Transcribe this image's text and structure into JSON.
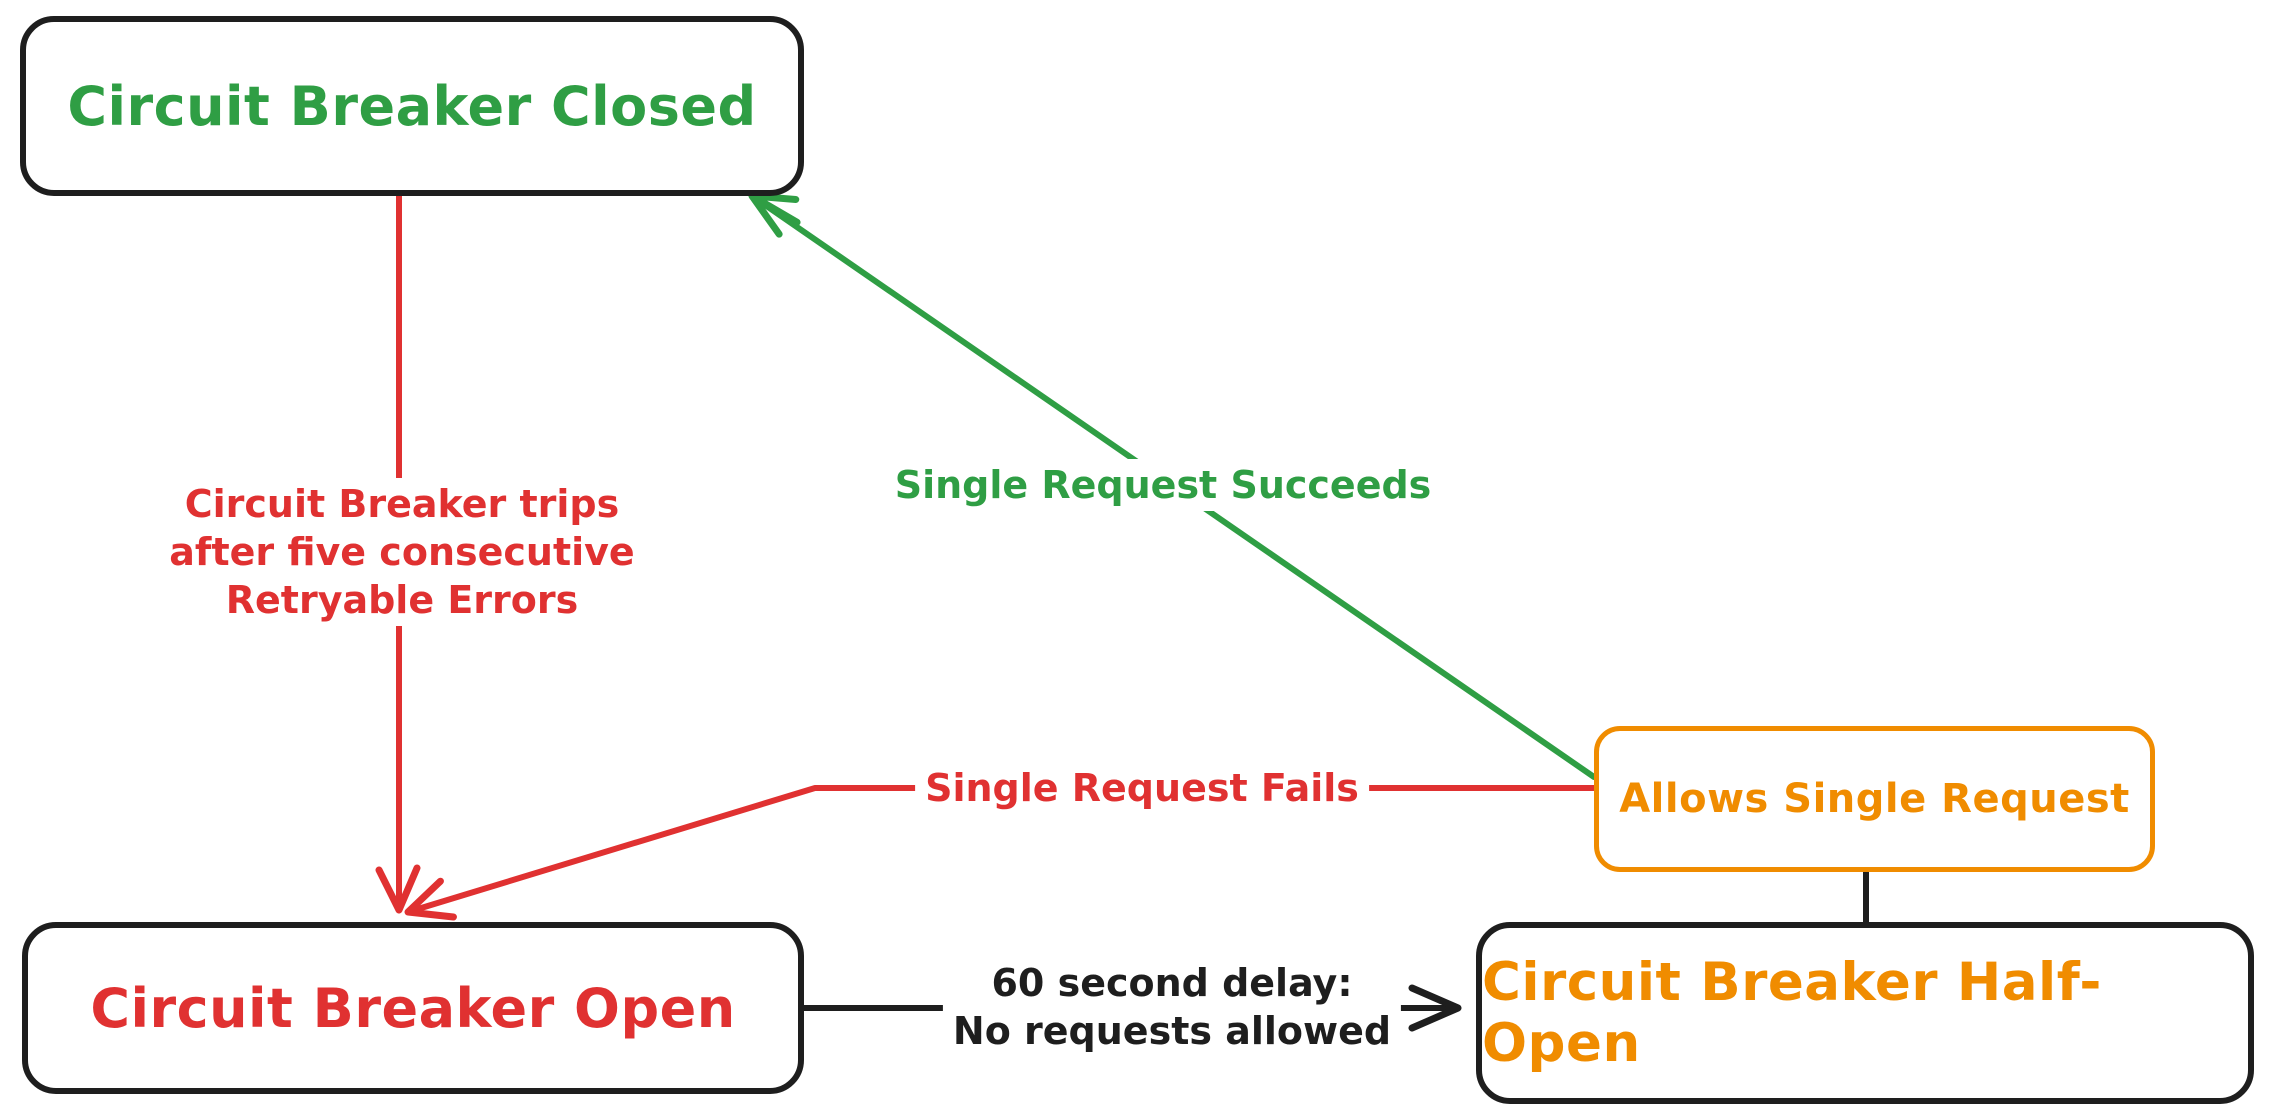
{
  "diagram": {
    "title": "Circuit Breaker state diagram",
    "colors": {
      "closed_green": "#2f9e44",
      "error_red": "#e03131",
      "half_open_orange": "#f08c00",
      "stroke_black": "#1e1e1e",
      "background": "#ffffff"
    },
    "nodes": {
      "closed": {
        "label": "Circuit Breaker Closed"
      },
      "open": {
        "label": "Circuit Breaker Open"
      },
      "half_open": {
        "label": "Circuit Breaker Half-Open"
      },
      "allows": {
        "label": "Allows Single Request"
      }
    },
    "edges": {
      "trips": {
        "from": "closed",
        "to": "open",
        "lines": [
          "Circuit Breaker trips",
          "after five consecutive",
          "Retryable Errors"
        ]
      },
      "succeeds": {
        "from": "allows",
        "to": "closed",
        "label": "Single Request Succeeds"
      },
      "fails": {
        "from": "allows",
        "to": "open",
        "label": "Single Request Fails"
      },
      "delay": {
        "from": "open",
        "to": "half_open",
        "lines": [
          "60 second delay:",
          "No requests allowed"
        ]
      },
      "connector": {
        "from": "allows",
        "to": "half_open"
      }
    }
  }
}
